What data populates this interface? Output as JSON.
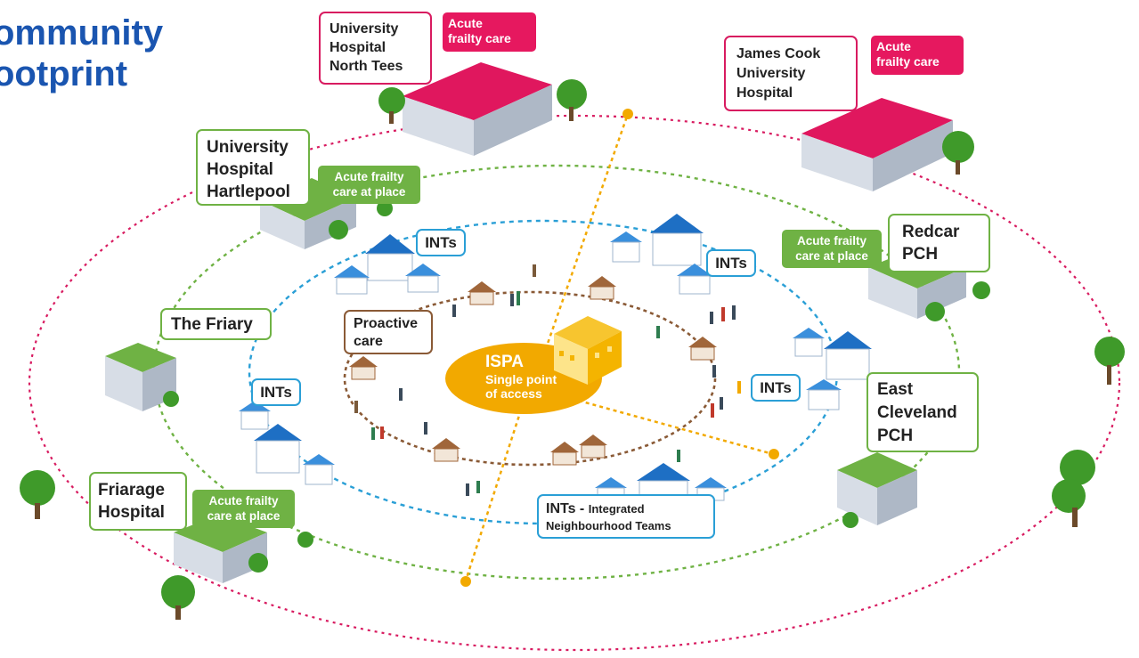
{
  "title": [
    "ommunity",
    "ootprint"
  ],
  "hospitals": [
    {
      "name": "University Hospital North Tees",
      "lines": [
        "University",
        "Hospital",
        "North Tees"
      ],
      "tag": [
        "Acute",
        "frailty care"
      ]
    },
    {
      "name": "James Cook University Hospital",
      "lines": [
        "James Cook",
        "University",
        "Hospital"
      ],
      "tag": [
        "Acute",
        "frailty care"
      ]
    },
    {
      "name": "University Hospital Hartlepool",
      "lines": [
        "University",
        "Hospital",
        "Hartlepool"
      ],
      "tag": [
        "Acute frailty",
        "care at place"
      ]
    },
    {
      "name": "Redcar PCH",
      "lines": [
        "Redcar",
        "PCH"
      ],
      "tag": [
        "Acute frailty",
        "care at place"
      ]
    },
    {
      "name": "The Friary",
      "lines": [
        "The Friary"
      ]
    },
    {
      "name": "East Cleveland PCH",
      "lines": [
        "East",
        "Cleveland",
        "PCH"
      ]
    },
    {
      "name": "Friarage Hospital",
      "lines": [
        "Friarage",
        "Hospital"
      ],
      "tag": [
        "Acute frailty",
        "care at place"
      ]
    }
  ],
  "ints_labels": [
    "INTs",
    "INTs",
    "INTs",
    "INTs"
  ],
  "ints_legend": {
    "abbr": "INTs - ",
    "full_1": "Integrated",
    "full_2": "Neighbourhood Teams"
  },
  "proactive": [
    "Proactive",
    "care"
  ],
  "ispa": {
    "title": "ISPA",
    "line1": "Single point",
    "line2": "of access"
  },
  "colors": {
    "acute_ring": "#d81b60",
    "place_ring": "#6fb244",
    "ints_ring": "#2a9fd6",
    "proactive_ring": "#8a5a36",
    "ispa": "#f2a900",
    "title": "#1a55b0"
  }
}
